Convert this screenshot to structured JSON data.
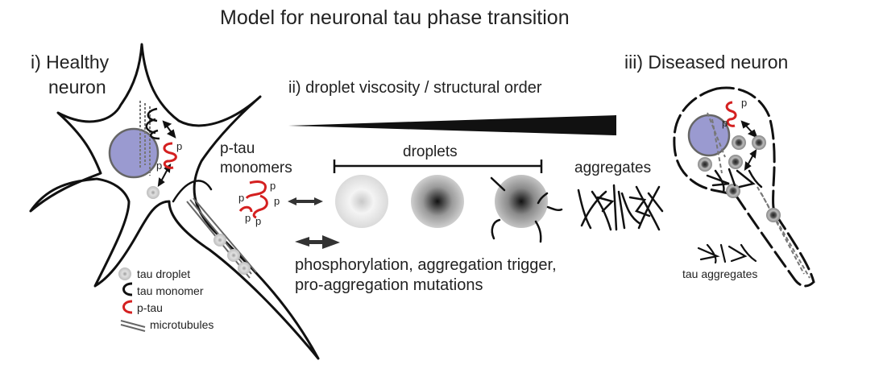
{
  "title": "Model for neuronal tau phase transition",
  "panels": {
    "healthy": {
      "label": "i) Healthy",
      "label2": "neuron"
    },
    "transition": {
      "label": "ii) droplet viscosity / structural order"
    },
    "diseased": {
      "label": "iii) Diseased neuron"
    }
  },
  "transition_labels": {
    "ptau": "p-tau",
    "monomers": "monomers",
    "droplets": "droplets",
    "aggregates": "aggregates",
    "triggers_line1": "phosphorylation, aggregation trigger,",
    "triggers_line2": "pro-aggregation mutations"
  },
  "phospho_mark": "p",
  "legend": [
    {
      "icon": "tau-droplet",
      "label": "tau droplet"
    },
    {
      "icon": "tau-monomer",
      "label": "tau monomer"
    },
    {
      "icon": "p-tau",
      "label": "p-tau"
    },
    {
      "icon": "microtubules",
      "label": "microtubules"
    }
  ],
  "diseased_legend": "tau aggregates",
  "colors": {
    "nucleus": "#9a9ad0",
    "ptau": "#d42020",
    "ink": "#1a1a1a",
    "droplet": "#c8c8c8"
  }
}
